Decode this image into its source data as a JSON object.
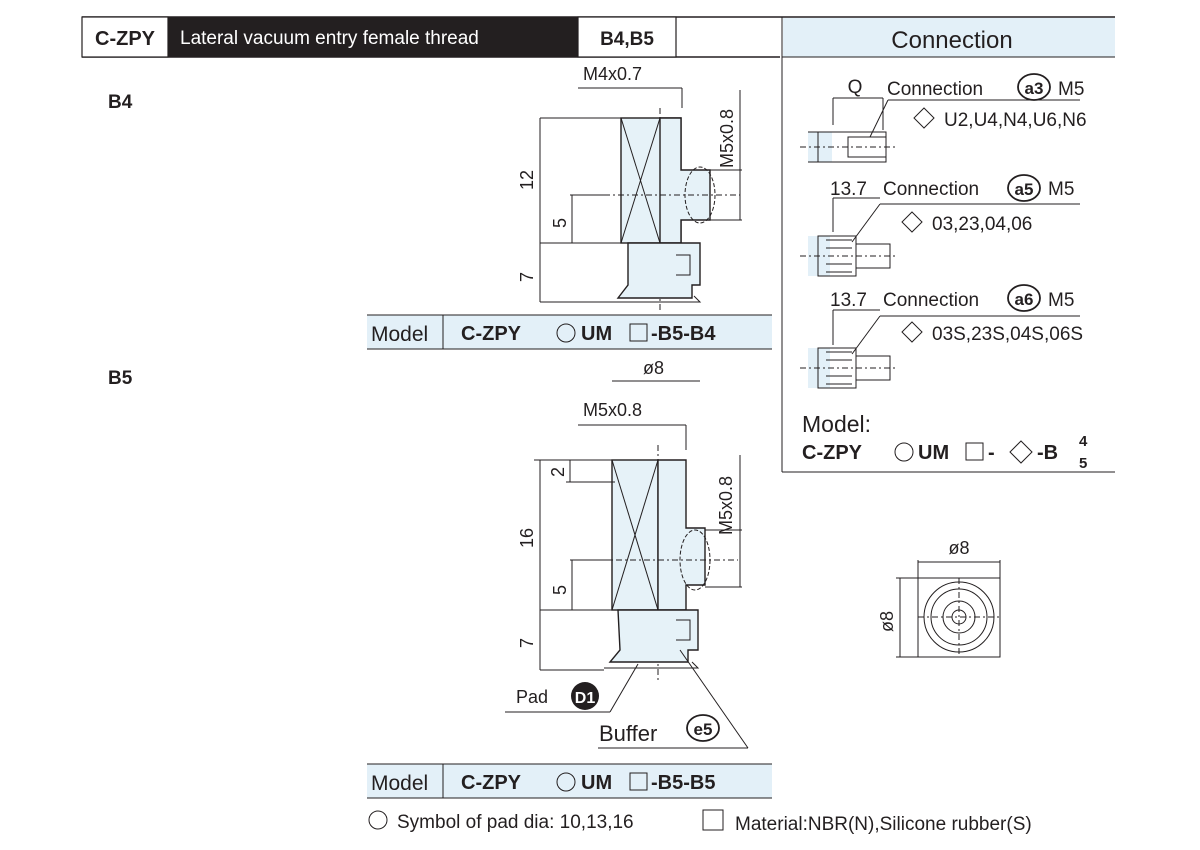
{
  "header": {
    "series": "C-ZPY",
    "title": "Lateral vacuum entry female thread",
    "variants": "B4,B5"
  },
  "b4": {
    "label": "B4",
    "thread_top": "M4x0.7",
    "thread_side": "M5x0.8",
    "dim_height": "12",
    "dim_mid": "5",
    "dim_bottom": "7",
    "model_label": "Model",
    "model_code_pre": "C-ZPY",
    "model_code_mid": "UM",
    "model_code_post": "-B5-B4"
  },
  "b5": {
    "label": "B5",
    "dia_top": "ø8",
    "thread_top": "M5x0.8",
    "thread_side": "M5x0.8",
    "dim_top": "2",
    "dim_height": "16",
    "dim_mid": "5",
    "dim_bottom": "7",
    "pad_label": "Pad",
    "pad_badge": "D1",
    "buffer_label": "Buffer",
    "buffer_badge": "e5",
    "model_label": "Model",
    "model_code_pre": "C-ZPY",
    "model_code_mid": "UM",
    "model_code_post": "-B5-B5"
  },
  "connection": {
    "title": "Connection",
    "items": [
      {
        "dim": "Q",
        "label": "Connection",
        "badge": "a3",
        "thread": "M5",
        "codes": "U2,U4,N4,U6,N6"
      },
      {
        "dim": "13.7",
        "label": "Connection",
        "badge": "a5",
        "thread": "M5",
        "codes": "03,23,04,06"
      },
      {
        "dim": "13.7",
        "label": "Connection",
        "badge": "a6",
        "thread": "M5",
        "codes": "03S,23S,04S,06S"
      }
    ],
    "model_label": "Model:",
    "model_code_pre": "C-ZPY",
    "model_code_mid": "UM",
    "model_code_dash": "-",
    "model_code_b": "-B",
    "model_sup": "4",
    "model_sub": "5"
  },
  "topview": {
    "dia_h": "ø8",
    "dia_v": "ø8"
  },
  "footer": {
    "pad_dia_text": "Symbol of pad dia: 10,13,16",
    "material_text": "Material:NBR(N),Silicone rubber(S)"
  }
}
